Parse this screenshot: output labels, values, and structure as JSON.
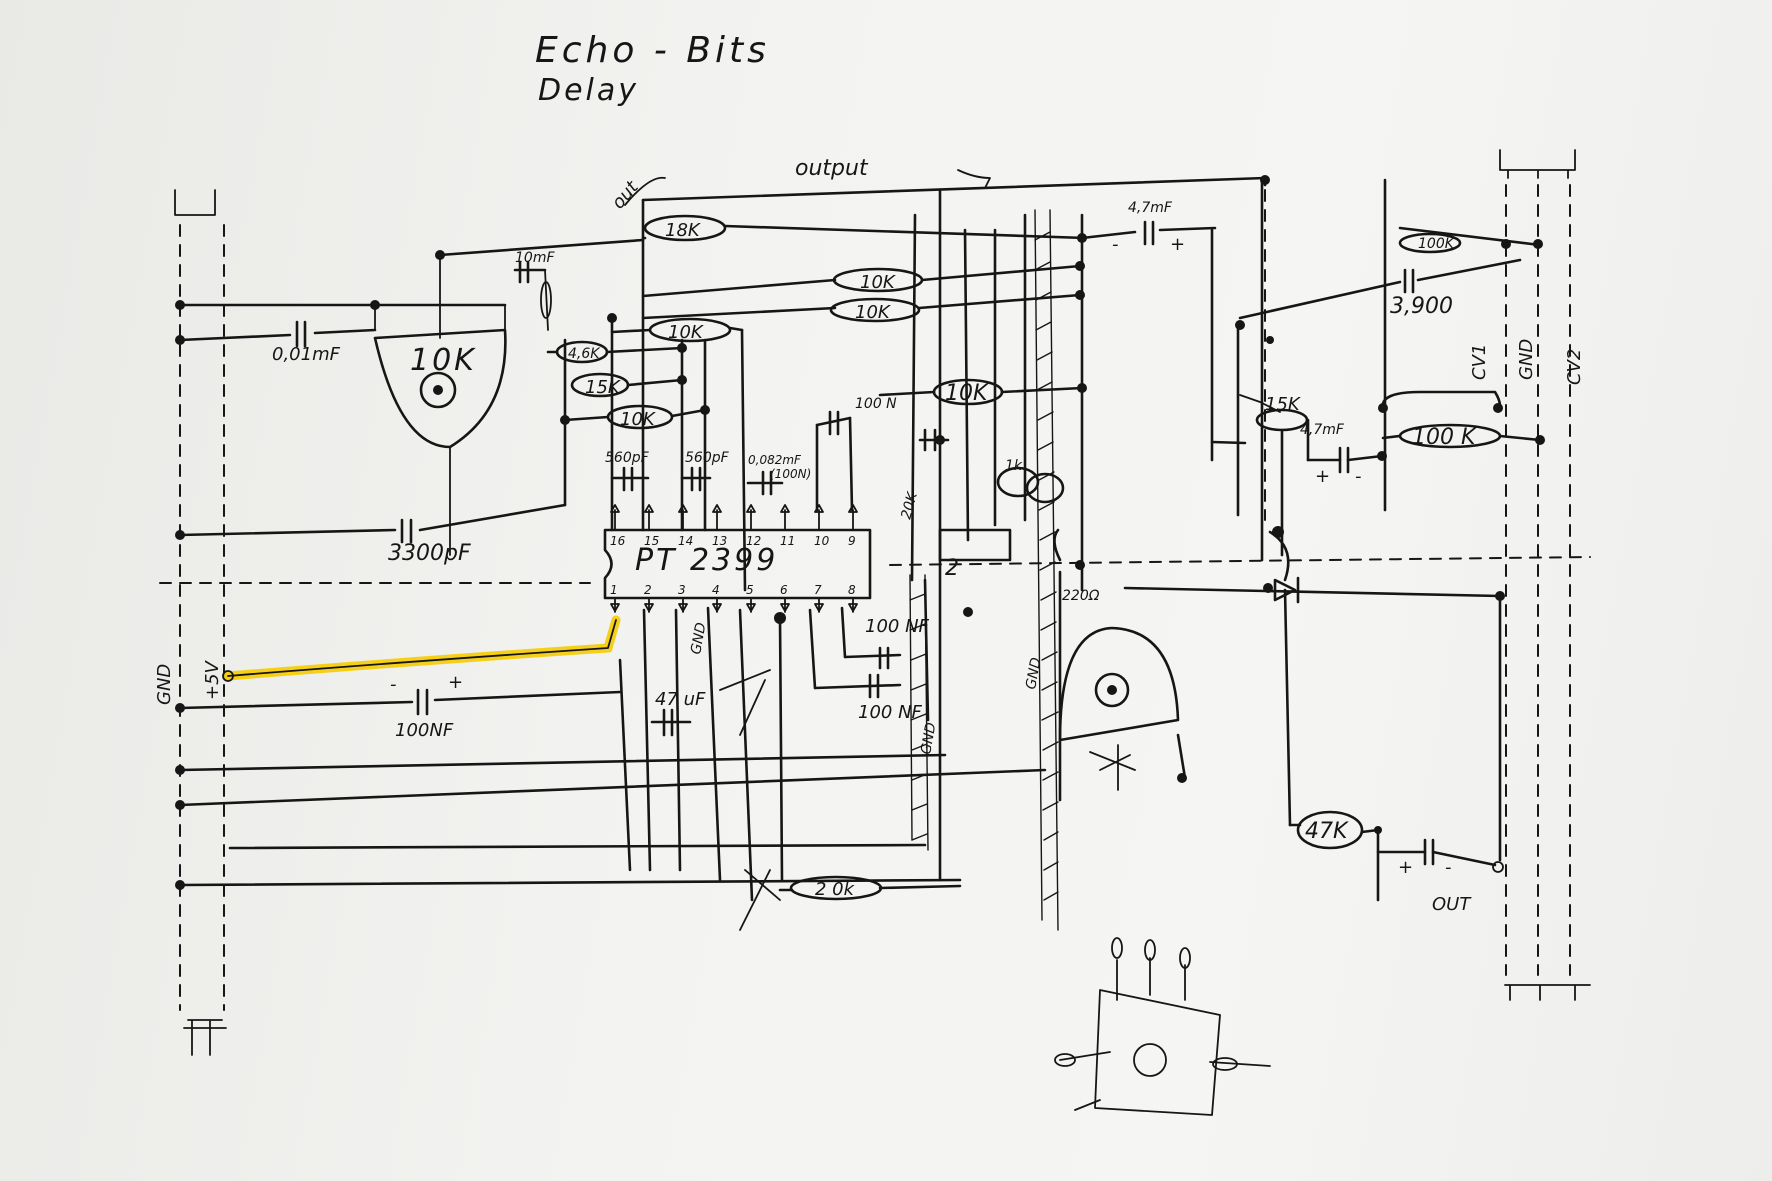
{
  "title": {
    "line1": "Echo - Bits",
    "line2": "Delay"
  },
  "ic": {
    "label": "PT 2399",
    "pins_top": [
      "16",
      "15",
      "14",
      "13",
      "12",
      "11",
      "10",
      "9"
    ],
    "pins_bottom": [
      "1",
      "2",
      "3",
      "4",
      "5",
      "6",
      "7",
      "8"
    ]
  },
  "resistors": {
    "r18k": "18K",
    "r10k_a": "10K",
    "r10k_b": "10K",
    "r10k_c": "10K",
    "r4_6k": "4,6K",
    "r15k": "15K",
    "r10k_d": "10K",
    "r10k_e": "10K",
    "r1k": "1k",
    "r20k_side": "20K",
    "r2k": "2 0k",
    "r15k_right": "15K",
    "r100k_strike": "100K",
    "r100k": "100 K",
    "r47k": "47K",
    "r220": "220Ω"
  },
  "capacitors": {
    "c10mf": "10mF",
    "c0_01": "0,01mF",
    "c3300": "3300pF",
    "c100nf_left": "100NF",
    "c47": "47 uF",
    "c560a": "560pF",
    "c560b": "560pF",
    "c0_082": "0,082mF",
    "c100n_small": "(100N)",
    "c100n_top": "100 N",
    "c100nf_a": "100 NF",
    "c100nf_b": "100 NF",
    "c4_7mf_top": "4,7mF",
    "c3900": "3,900",
    "c4_7mf_right": "4,7mF"
  },
  "pots": {
    "pot_main": "10K",
    "pot_trim": "2"
  },
  "labels": {
    "out_top": "out",
    "output": "output",
    "gnd_left": "GND",
    "plus5v": "+5V",
    "gnd_ic4": "GND",
    "gnd_mid": "GND",
    "gnd_mid2": "GND",
    "cv1": "CV1",
    "gnd_right": "GND",
    "cv2": "CV2",
    "out_bottom": "OUT",
    "minus_cap_top": "-",
    "plus_cap_top": "+",
    "minus_cap_left": "-",
    "plus_cap_left": "+",
    "plus_cap_right": "+",
    "minus_cap_right": "-",
    "plus_out": "+",
    "minus_out": "-"
  },
  "colors": {
    "ink": "#161616",
    "highlight": "#f6cc00",
    "paper": "#f1f1ef"
  }
}
